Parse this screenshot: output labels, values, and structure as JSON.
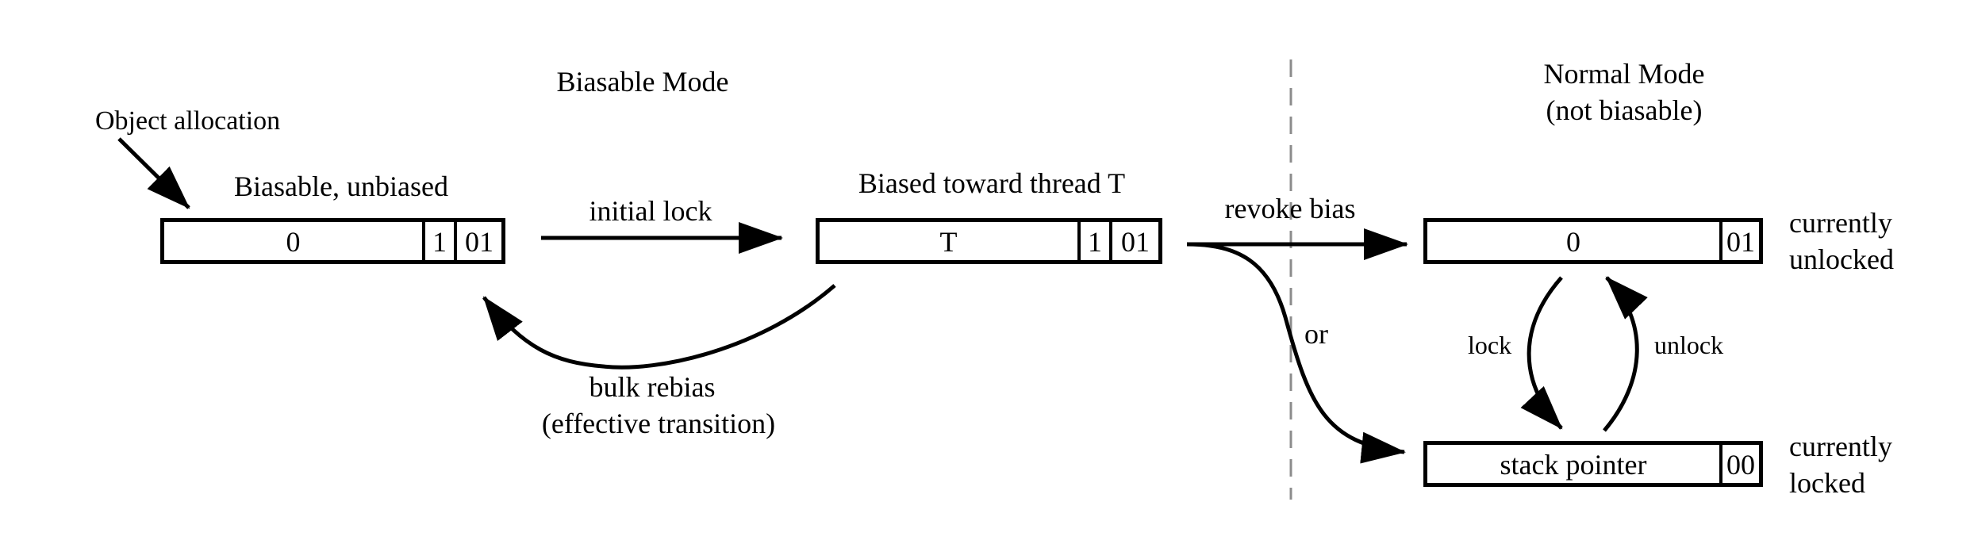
{
  "headings": {
    "biasable_mode": "Biasable Mode",
    "normal_mode_line1": "Normal Mode",
    "normal_mode_line2": "(not biasable)"
  },
  "object_allocation": "Object allocation",
  "states": {
    "biasable_unbiased": {
      "title": "Biasable, unbiased",
      "fields": [
        "0",
        "1",
        "01"
      ]
    },
    "biased_toward_thread": {
      "title": "Biased toward thread T",
      "fields": [
        "T",
        "1",
        "01"
      ]
    },
    "unlocked": {
      "fields": [
        "0",
        "01"
      ],
      "caption_line1": "currently",
      "caption_line2": "unlocked"
    },
    "locked": {
      "fields": [
        "stack pointer",
        "00"
      ],
      "caption_line1": "currently",
      "caption_line2": "locked"
    }
  },
  "transitions": {
    "initial_lock": "initial lock",
    "bulk_rebias_line1": "bulk rebias",
    "bulk_rebias_line2": "(effective transition)",
    "revoke_bias": "revoke bias",
    "or": "or",
    "lock": "lock",
    "unlock": "unlock"
  }
}
